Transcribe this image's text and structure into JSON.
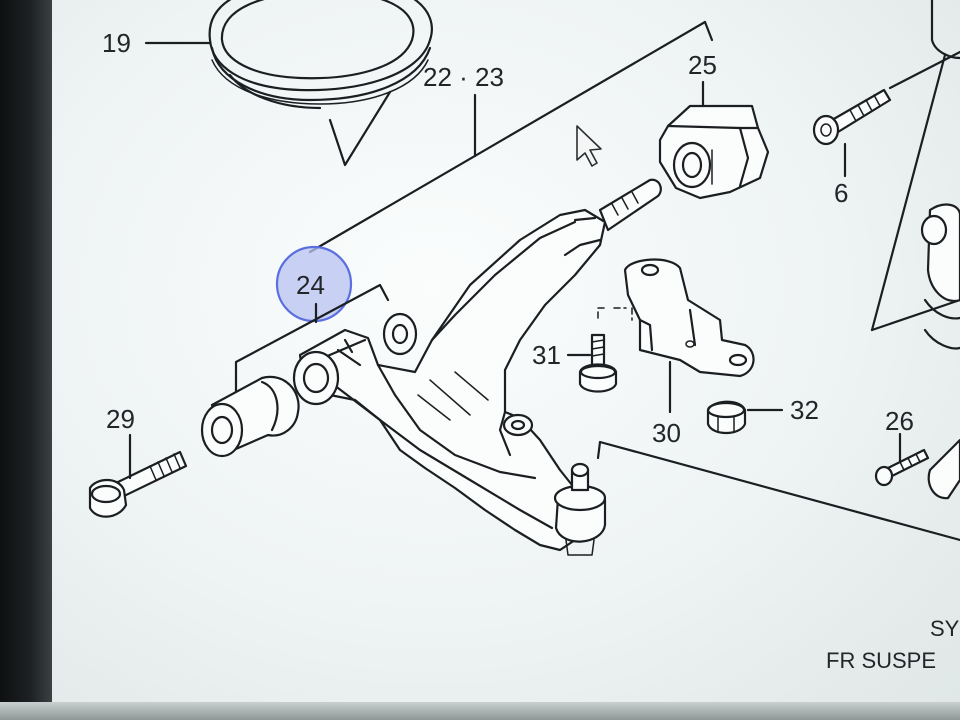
{
  "diagram": {
    "callouts": {
      "c19": "19",
      "c22_23": "22 · 23",
      "c25": "25",
      "c6": "6",
      "c24": "24",
      "c31": "31",
      "c29": "29",
      "c30": "30",
      "c32": "32",
      "c26": "26"
    },
    "title_line1": "SY",
    "title_line2": "FR SUSPE"
  },
  "colors": {
    "ink": "#1b1f22",
    "paper": "#fbfdfd",
    "highlight": "#5b6fe0"
  },
  "icons": {
    "cursor": "arrow-cursor-icon"
  }
}
